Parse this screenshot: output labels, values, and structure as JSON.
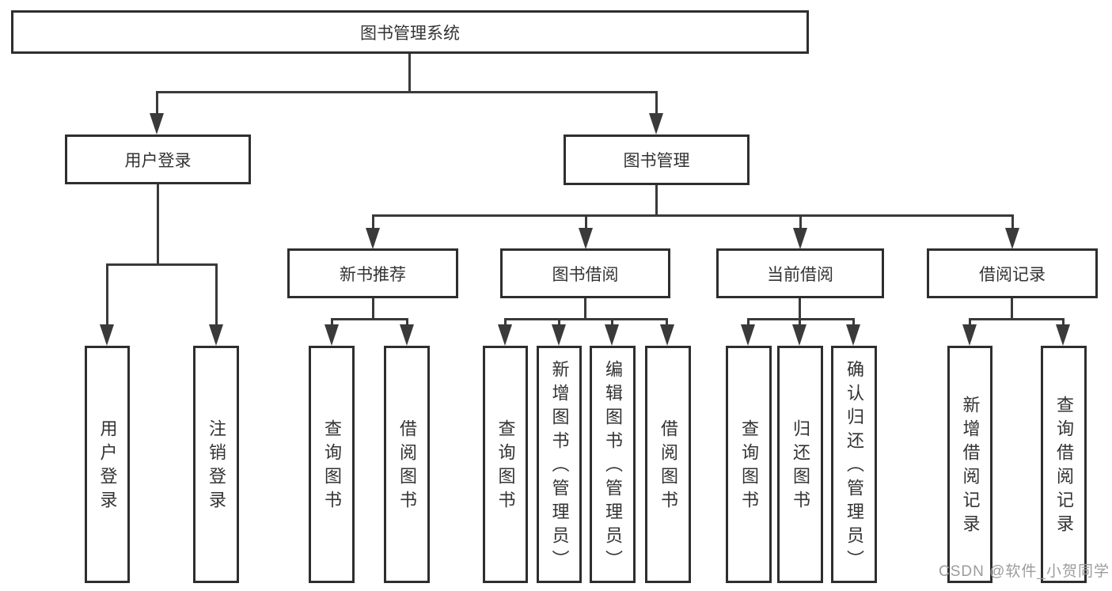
{
  "colors": {
    "background": "#ffffff",
    "line": "#3a3a3a",
    "box_border": "#2e2e2e",
    "text": "#333333",
    "watermark_text_color": "#9c9c9c"
  },
  "tree": {
    "root": {
      "label": "图书管理系统"
    },
    "branches": [
      {
        "label": "用户登录",
        "children": [
          {
            "label": "用户登录"
          },
          {
            "label": "注销登录"
          }
        ]
      },
      {
        "label": "图书管理",
        "children": [
          {
            "label": "新书推荐",
            "children": [
              {
                "label": "查询图书"
              },
              {
                "label": "借阅图书"
              }
            ]
          },
          {
            "label": "图书借阅",
            "children": [
              {
                "label": "查询图书"
              },
              {
                "label": "新增图书（管理员）"
              },
              {
                "label": "编辑图书（管理员）"
              },
              {
                "label": "借阅图书"
              }
            ]
          },
          {
            "label": "当前借阅",
            "children": [
              {
                "label": "查询图书"
              },
              {
                "label": "归还图书"
              },
              {
                "label": "确认归还（管理员）"
              }
            ]
          },
          {
            "label": "借阅记录",
            "children": [
              {
                "label": "新增借阅记录"
              },
              {
                "label": "查询借阅记录"
              }
            ]
          }
        ]
      }
    ]
  },
  "watermark": {
    "text": "CSDN @软件_小贺同学"
  }
}
